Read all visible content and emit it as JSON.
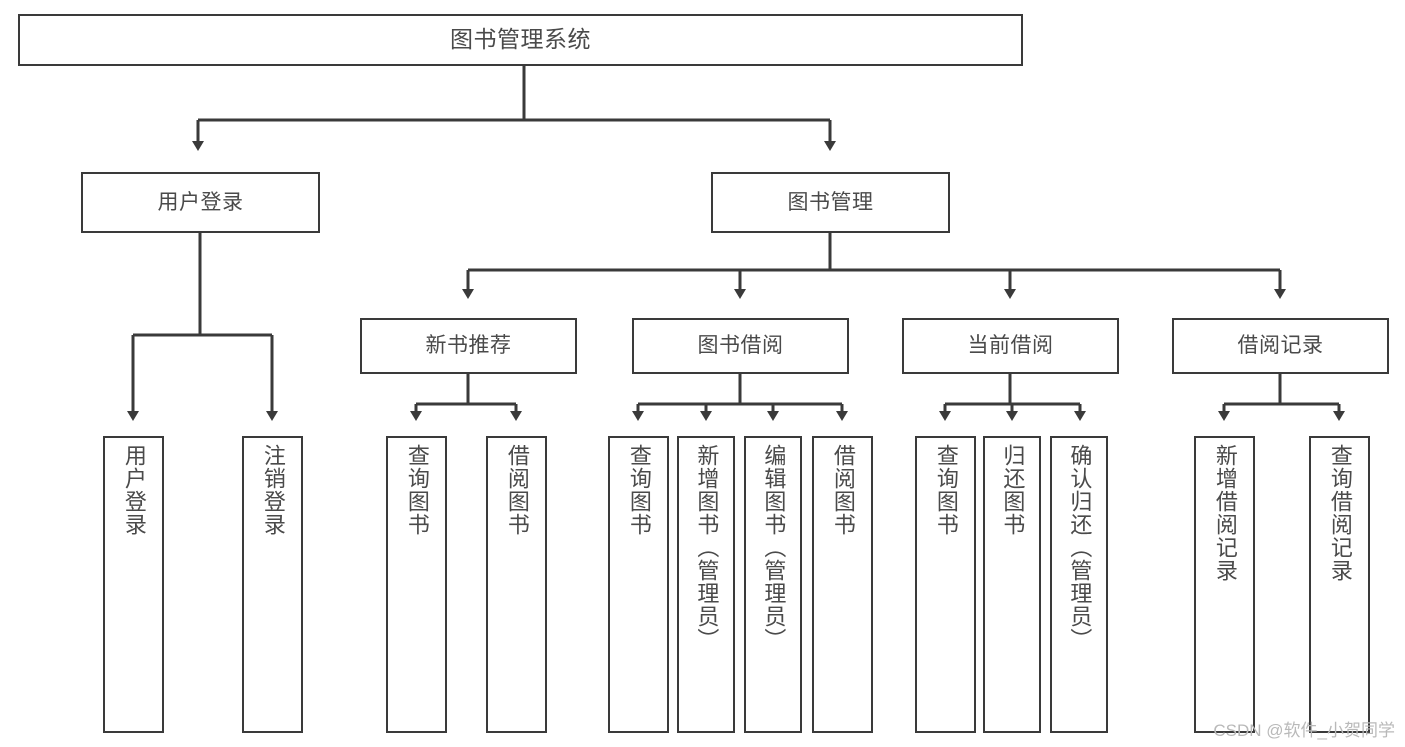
{
  "diagram": {
    "type": "hierarchy-tree",
    "title": "图书管理系统",
    "watermark": "CSDN @软件_小贺同学",
    "colors": {
      "stroke": "#3a3a3a",
      "text": "#4a4a4a",
      "background": "#ffffff",
      "watermark": "#b9b9b9"
    },
    "levels": {
      "root": {
        "label": "图书管理系统"
      },
      "level2": [
        {
          "label": "用户登录"
        },
        {
          "label": "图书管理"
        }
      ],
      "level3": [
        {
          "label": "新书推荐"
        },
        {
          "label": "图书借阅"
        },
        {
          "label": "当前借阅"
        },
        {
          "label": "借阅记录"
        }
      ],
      "leaves": {
        "user_login": [
          {
            "label": "用户登录"
          },
          {
            "label": "注销登录"
          }
        ],
        "new_book_recommend": [
          {
            "label": "查询图书"
          },
          {
            "label": "借阅图书"
          }
        ],
        "book_borrow": [
          {
            "label": "查询图书"
          },
          {
            "label": "新增图书（管理员）"
          },
          {
            "label": "编辑图书（管理员）"
          },
          {
            "label": "借阅图书"
          }
        ],
        "current_borrow": [
          {
            "label": "查询图书"
          },
          {
            "label": "归还图书"
          },
          {
            "label": "确认归还（管理员）"
          }
        ],
        "borrow_record": [
          {
            "label": "新增借阅记录"
          },
          {
            "label": "查询借阅记录"
          }
        ]
      }
    }
  }
}
